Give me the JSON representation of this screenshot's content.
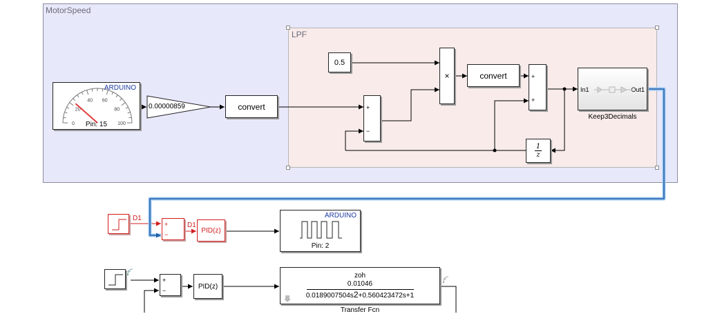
{
  "subsystems": {
    "motor_speed": "MotorSpeed",
    "lpf": "LPF"
  },
  "gauge": {
    "brand": "ARDUINO",
    "pin": "Pin: 15",
    "ticks": [
      "0",
      "20",
      "40",
      "60",
      "80",
      "100"
    ],
    "needle_value": 23
  },
  "gain": {
    "value": "0.00000859"
  },
  "convert": {
    "label": "convert"
  },
  "lpf": {
    "const_value": "0.5",
    "product_sign": "×",
    "convert_label": "convert",
    "delay_num": "1",
    "delay_den": "z",
    "keep_in": "In1",
    "keep_out": "Out1",
    "keep_caption": "Keep3Decimals",
    "plus": "+",
    "minus": "−"
  },
  "loop1": {
    "signal": "D1",
    "signal_out": "D1",
    "pid_label": "PID(z)",
    "pwm_brand": "ARDUINO",
    "pwm_pin": "Pin: 2",
    "sum_plus": "+",
    "sum_minus": "−"
  },
  "loop2": {
    "pid_label": "PID(z)",
    "tf_method": "zoh",
    "tf_numerator": "0.01046",
    "tf_denominator": "0.0189007504s",
    "tf_den_exp": "2",
    "tf_den_rest": "+0.560423472s+1",
    "tf_caption": "Transfer Fcn",
    "sum_plus": "+",
    "sum_minus": "−"
  },
  "colors": {
    "subsystem_fill": "#e8e8fb",
    "lpf_fill": "#f8ebea",
    "test_point_red": "#d21d1d",
    "highlight_blue": "#1f5fa8"
  }
}
